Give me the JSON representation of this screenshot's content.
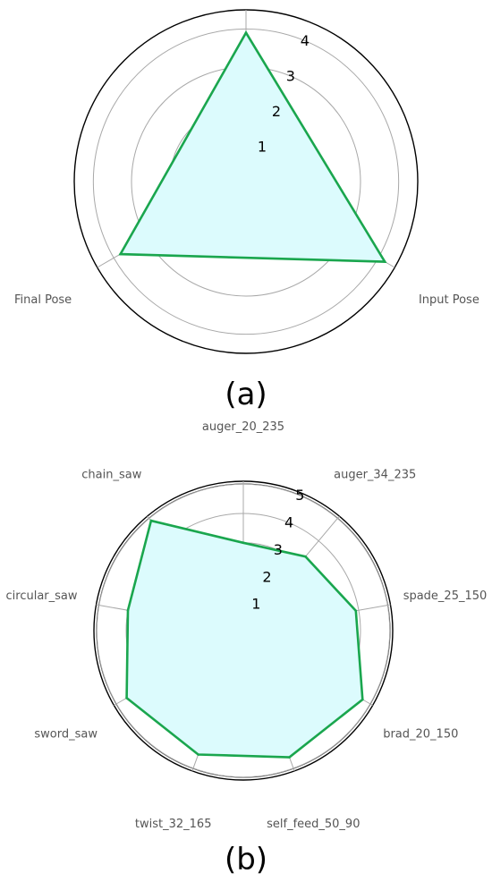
{
  "panels": [
    {
      "label": "(a)"
    },
    {
      "label": "(b)"
    }
  ],
  "colors": {
    "line": "#1aa64e",
    "fill": "#dcfbfd",
    "grid": "#a8a8a8",
    "frame": "#000000",
    "axis_label": "#555555"
  },
  "chart_data": [
    {
      "type": "radar",
      "categories": [
        "",
        "Input Pose",
        "Final Pose"
      ],
      "values": [
        3.9,
        4.2,
        3.8
      ],
      "rlim": [
        0,
        4.5
      ],
      "rticks": [
        1,
        2,
        3,
        4
      ],
      "rtick_labels": [
        "1",
        "2",
        "3",
        "4"
      ],
      "grid": true
    },
    {
      "type": "radar",
      "categories": [
        "auger_20_235",
        "auger_34_235",
        "spade_25_150",
        "brad_20_150",
        "self_feed_50_90",
        "twist_32_165",
        "sword_saw",
        "circular_saw",
        "chain_saw"
      ],
      "values": [
        3.0,
        3.3,
        3.9,
        4.7,
        4.6,
        4.5,
        4.6,
        4.0,
        4.9
      ],
      "rlim": [
        0,
        5.1
      ],
      "rticks": [
        1,
        2,
        3,
        4,
        5
      ],
      "rtick_labels": [
        "1",
        "2",
        "3",
        "4",
        "5"
      ],
      "grid": true
    }
  ]
}
